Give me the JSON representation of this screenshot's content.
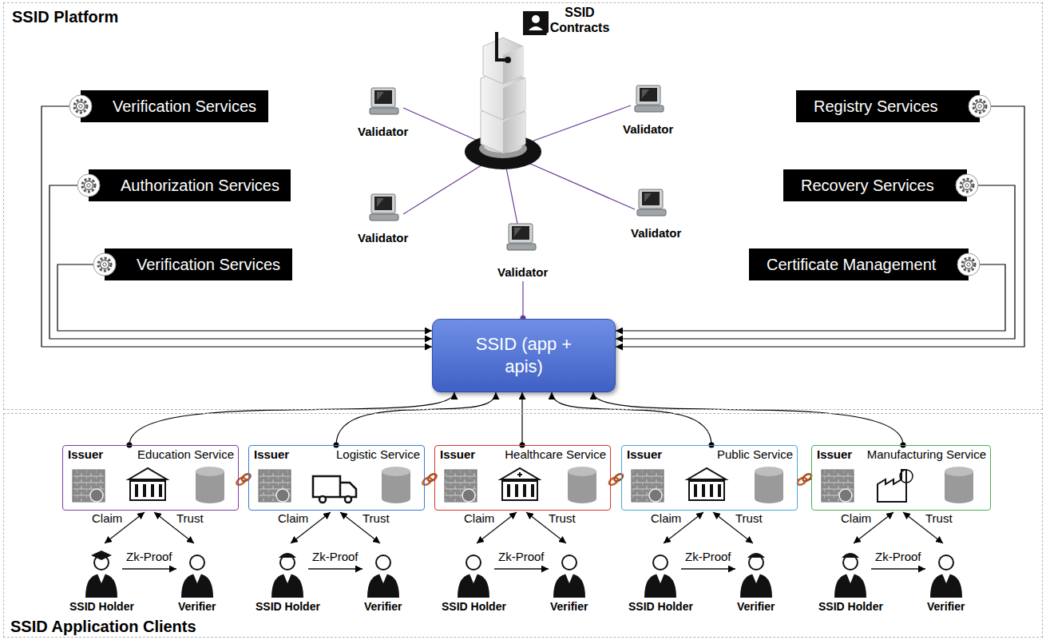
{
  "diagram": {
    "nodes": [
      {
        "text": [
          "SSID Platform"
        ]
      },
      {
        "text": [
          "Verification Services"
        ],
        "in": 0
      },
      {
        "text": [
          "Authorization Services"
        ],
        "in": 0
      },
      {
        "text": [
          "Verification Services"
        ],
        "in": 0
      },
      {
        "text": [
          "Registry Services"
        ],
        "in": 0
      },
      {
        "text": [
          "Recovery Services"
        ],
        "in": 0
      },
      {
        "text": [
          "Certificate Management"
        ],
        "in": 0
      },
      {
        "text": [
          "SSID (app + apis)"
        ],
        "in": 0
      },
      {
        "text": [
          "SSID Application Clients"
        ]
      },
      {
        "text": [
          "Issuer",
          "Education Service"
        ],
        "in": 8
      },
      {
        "text": [
          "Issuer",
          "Logistic Service"
        ],
        "in": 8
      },
      {
        "text": [
          "Issuer",
          "Healthcare Service"
        ],
        "in": 8
      },
      {
        "text": [
          "Issuer",
          "Public Service"
        ],
        "in": 8
      },
      {
        "text": [
          "Issuer",
          "Manufacturing Service"
        ],
        "in": 8
      }
    ],
    "edges": [
      {
        "from": 1,
        "to": 7,
        "arrow": "to"
      },
      {
        "from": 2,
        "to": 7,
        "arrow": "to"
      },
      {
        "from": 3,
        "to": 7,
        "arrow": "to"
      },
      {
        "from": 4,
        "to": 7,
        "arrow": "to"
      },
      {
        "from": 5,
        "to": 7,
        "arrow": "to"
      },
      {
        "from": 6,
        "to": 7,
        "arrow": "to"
      },
      {
        "from": 9,
        "to": 7,
        "arrow": "to"
      },
      {
        "from": 10,
        "to": 7,
        "arrow": "to"
      },
      {
        "from": 11,
        "to": 7,
        "arrow": "to"
      },
      {
        "from": 12,
        "to": 7,
        "arrow": "to"
      },
      {
        "from": 13,
        "to": 7,
        "arrow": "to"
      },
      {
        "from": 9,
        "to": 10,
        "arrow": "none"
      },
      {
        "from": 10,
        "to": 11,
        "arrow": "none"
      },
      {
        "from": 11,
        "to": 12,
        "arrow": "none"
      },
      {
        "from": 12,
        "to": 13,
        "arrow": "none"
      }
    ],
    "labels": [
      "SSID Contracts",
      "Validator",
      "Validator",
      "Validator",
      "Validator",
      "Validator",
      "Claim",
      "Trust",
      "Zk-Proof",
      "SSID Holder",
      "Verifier",
      "Claim",
      "Trust",
      "Zk-Proof",
      "SSID Holder",
      "Verifier",
      "Claim",
      "Trust",
      "Zk-Proof",
      "SSID Holder",
      "Verifier",
      "Claim",
      "Trust",
      "Zk-Proof",
      "SSID Holder",
      "Verifier",
      "Claim",
      "Trust",
      "Zk-Proof",
      "SSID Holder",
      "Verifier"
    ]
  }
}
